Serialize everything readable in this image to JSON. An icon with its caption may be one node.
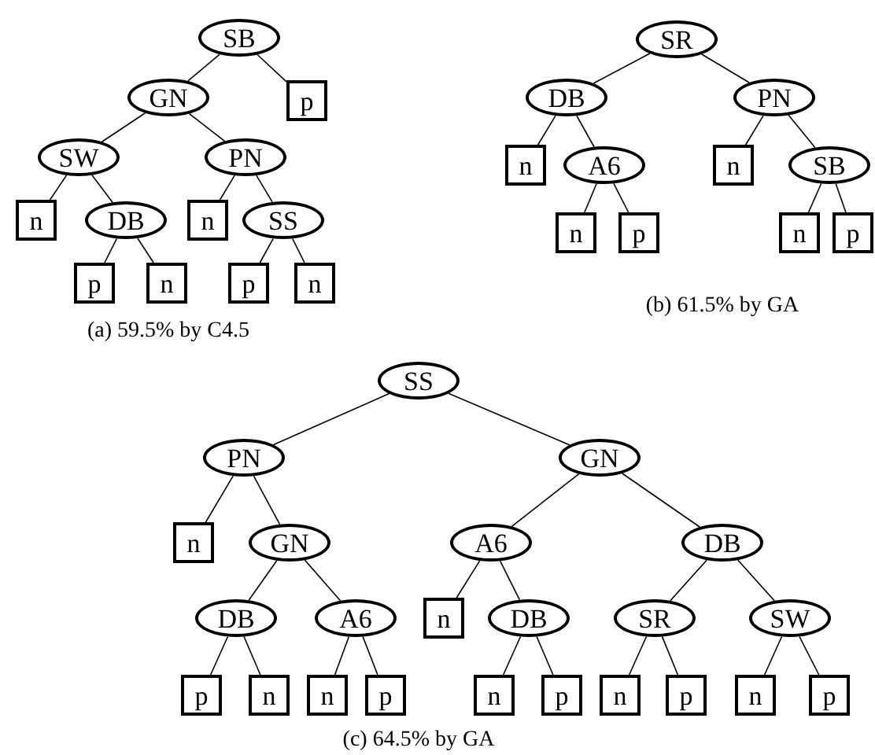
{
  "diagram": {
    "nodes": [
      {
        "text": [
          "SB"
        ]
      },
      {
        "text": [
          "GN"
        ]
      },
      {
        "text": [
          "p"
        ]
      },
      {
        "text": [
          "SW"
        ]
      },
      {
        "text": [
          "PN"
        ]
      },
      {
        "text": [
          "n"
        ]
      },
      {
        "text": [
          "DB"
        ]
      },
      {
        "text": [
          "n"
        ]
      },
      {
        "text": [
          "SS"
        ]
      },
      {
        "text": [
          "p"
        ]
      },
      {
        "text": [
          "n"
        ]
      },
      {
        "text": [
          "p"
        ]
      },
      {
        "text": [
          "n"
        ]
      },
      {
        "text": [
          "SR"
        ]
      },
      {
        "text": [
          "DB"
        ]
      },
      {
        "text": [
          "PN"
        ]
      },
      {
        "text": [
          "n"
        ]
      },
      {
        "text": [
          "A6"
        ]
      },
      {
        "text": [
          "n"
        ]
      },
      {
        "text": [
          "SB"
        ]
      },
      {
        "text": [
          "n"
        ]
      },
      {
        "text": [
          "p"
        ]
      },
      {
        "text": [
          "n"
        ]
      },
      {
        "text": [
          "p"
        ]
      },
      {
        "text": [
          "SS"
        ]
      },
      {
        "text": [
          "PN"
        ]
      },
      {
        "text": [
          "GN"
        ]
      },
      {
        "text": [
          "n"
        ]
      },
      {
        "text": [
          "GN"
        ]
      },
      {
        "text": [
          "A6"
        ]
      },
      {
        "text": [
          "DB"
        ]
      },
      {
        "text": [
          "DB"
        ]
      },
      {
        "text": [
          "A6"
        ]
      },
      {
        "text": [
          "n"
        ]
      },
      {
        "text": [
          "DB"
        ]
      },
      {
        "text": [
          "SR"
        ]
      },
      {
        "text": [
          "SW"
        ]
      },
      {
        "text": [
          "p"
        ]
      },
      {
        "text": [
          "n"
        ]
      },
      {
        "text": [
          "n"
        ]
      },
      {
        "text": [
          "p"
        ]
      },
      {
        "text": [
          "n"
        ]
      },
      {
        "text": [
          "p"
        ]
      },
      {
        "text": [
          "n"
        ]
      },
      {
        "text": [
          "p"
        ]
      },
      {
        "text": [
          "n"
        ]
      },
      {
        "text": [
          "p"
        ]
      }
    ],
    "edges": [
      {
        "from": 0,
        "to": 1,
        "arrow": "none"
      },
      {
        "from": 0,
        "to": 2,
        "arrow": "none"
      },
      {
        "from": 1,
        "to": 3,
        "arrow": "none"
      },
      {
        "from": 1,
        "to": 4,
        "arrow": "none"
      },
      {
        "from": 3,
        "to": 5,
        "arrow": "none"
      },
      {
        "from": 3,
        "to": 6,
        "arrow": "none"
      },
      {
        "from": 4,
        "to": 7,
        "arrow": "none"
      },
      {
        "from": 4,
        "to": 8,
        "arrow": "none"
      },
      {
        "from": 6,
        "to": 9,
        "arrow": "none"
      },
      {
        "from": 6,
        "to": 10,
        "arrow": "none"
      },
      {
        "from": 8,
        "to": 11,
        "arrow": "none"
      },
      {
        "from": 8,
        "to": 12,
        "arrow": "none"
      },
      {
        "from": 13,
        "to": 14,
        "arrow": "none"
      },
      {
        "from": 13,
        "to": 15,
        "arrow": "none"
      },
      {
        "from": 14,
        "to": 16,
        "arrow": "none"
      },
      {
        "from": 14,
        "to": 17,
        "arrow": "none"
      },
      {
        "from": 15,
        "to": 18,
        "arrow": "none"
      },
      {
        "from": 15,
        "to": 19,
        "arrow": "none"
      },
      {
        "from": 17,
        "to": 20,
        "arrow": "none"
      },
      {
        "from": 17,
        "to": 21,
        "arrow": "none"
      },
      {
        "from": 19,
        "to": 22,
        "arrow": "none"
      },
      {
        "from": 19,
        "to": 23,
        "arrow": "none"
      },
      {
        "from": 24,
        "to": 25,
        "arrow": "none"
      },
      {
        "from": 24,
        "to": 26,
        "arrow": "none"
      },
      {
        "from": 25,
        "to": 27,
        "arrow": "none"
      },
      {
        "from": 25,
        "to": 28,
        "arrow": "none"
      },
      {
        "from": 26,
        "to": 29,
        "arrow": "none"
      },
      {
        "from": 26,
        "to": 30,
        "arrow": "none"
      },
      {
        "from": 28,
        "to": 31,
        "arrow": "none"
      },
      {
        "from": 28,
        "to": 32,
        "arrow": "none"
      },
      {
        "from": 29,
        "to": 33,
        "arrow": "none"
      },
      {
        "from": 29,
        "to": 34,
        "arrow": "none"
      },
      {
        "from": 30,
        "to": 35,
        "arrow": "none"
      },
      {
        "from": 30,
        "to": 36,
        "arrow": "none"
      },
      {
        "from": 31,
        "to": 37,
        "arrow": "none"
      },
      {
        "from": 31,
        "to": 38,
        "arrow": "none"
      },
      {
        "from": 32,
        "to": 39,
        "arrow": "none"
      },
      {
        "from": 32,
        "to": 40,
        "arrow": "none"
      },
      {
        "from": 34,
        "to": 41,
        "arrow": "none"
      },
      {
        "from": 34,
        "to": 42,
        "arrow": "none"
      },
      {
        "from": 35,
        "to": 43,
        "arrow": "none"
      },
      {
        "from": 35,
        "to": 44,
        "arrow": "none"
      },
      {
        "from": 36,
        "to": 45,
        "arrow": "none"
      },
      {
        "from": 36,
        "to": 46,
        "arrow": "none"
      }
    ],
    "labels": [
      "(a) 59.5% by C4.5",
      "(b) 61.5% by GA",
      "(c) 64.5% by GA"
    ]
  }
}
